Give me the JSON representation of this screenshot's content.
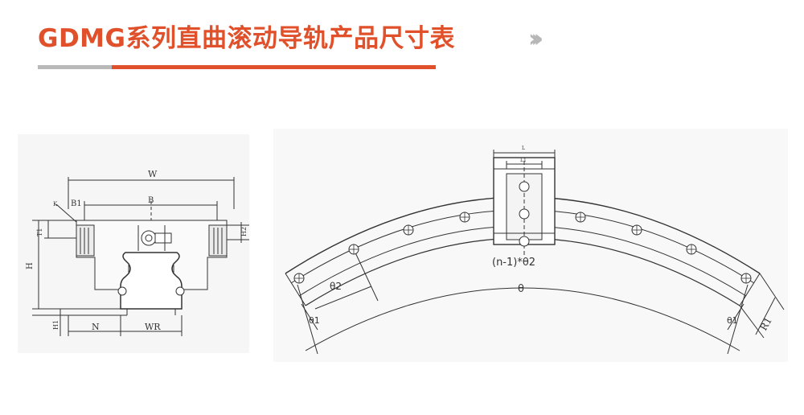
{
  "header": {
    "title": "GDMG系列直曲滚动导轨产品尺寸表",
    "chevrons": "›››",
    "colors": {
      "accent": "#e0512b",
      "muted": "#b9b9b9"
    }
  },
  "left_drawing": {
    "labels": {
      "W": "W",
      "B1": "B1",
      "B": "B",
      "K": "K",
      "T1": "T1",
      "H": "H",
      "H2": "H2",
      "H1": "H1",
      "N": "N",
      "WR": "WR"
    }
  },
  "right_drawing": {
    "labels": {
      "L": "L",
      "L1": "L1",
      "spacing": "(n-1)*θ2",
      "theta": "θ",
      "theta2": "θ2",
      "theta1_left": "θ1",
      "theta1_right": "θ1",
      "R1": "R1"
    }
  }
}
